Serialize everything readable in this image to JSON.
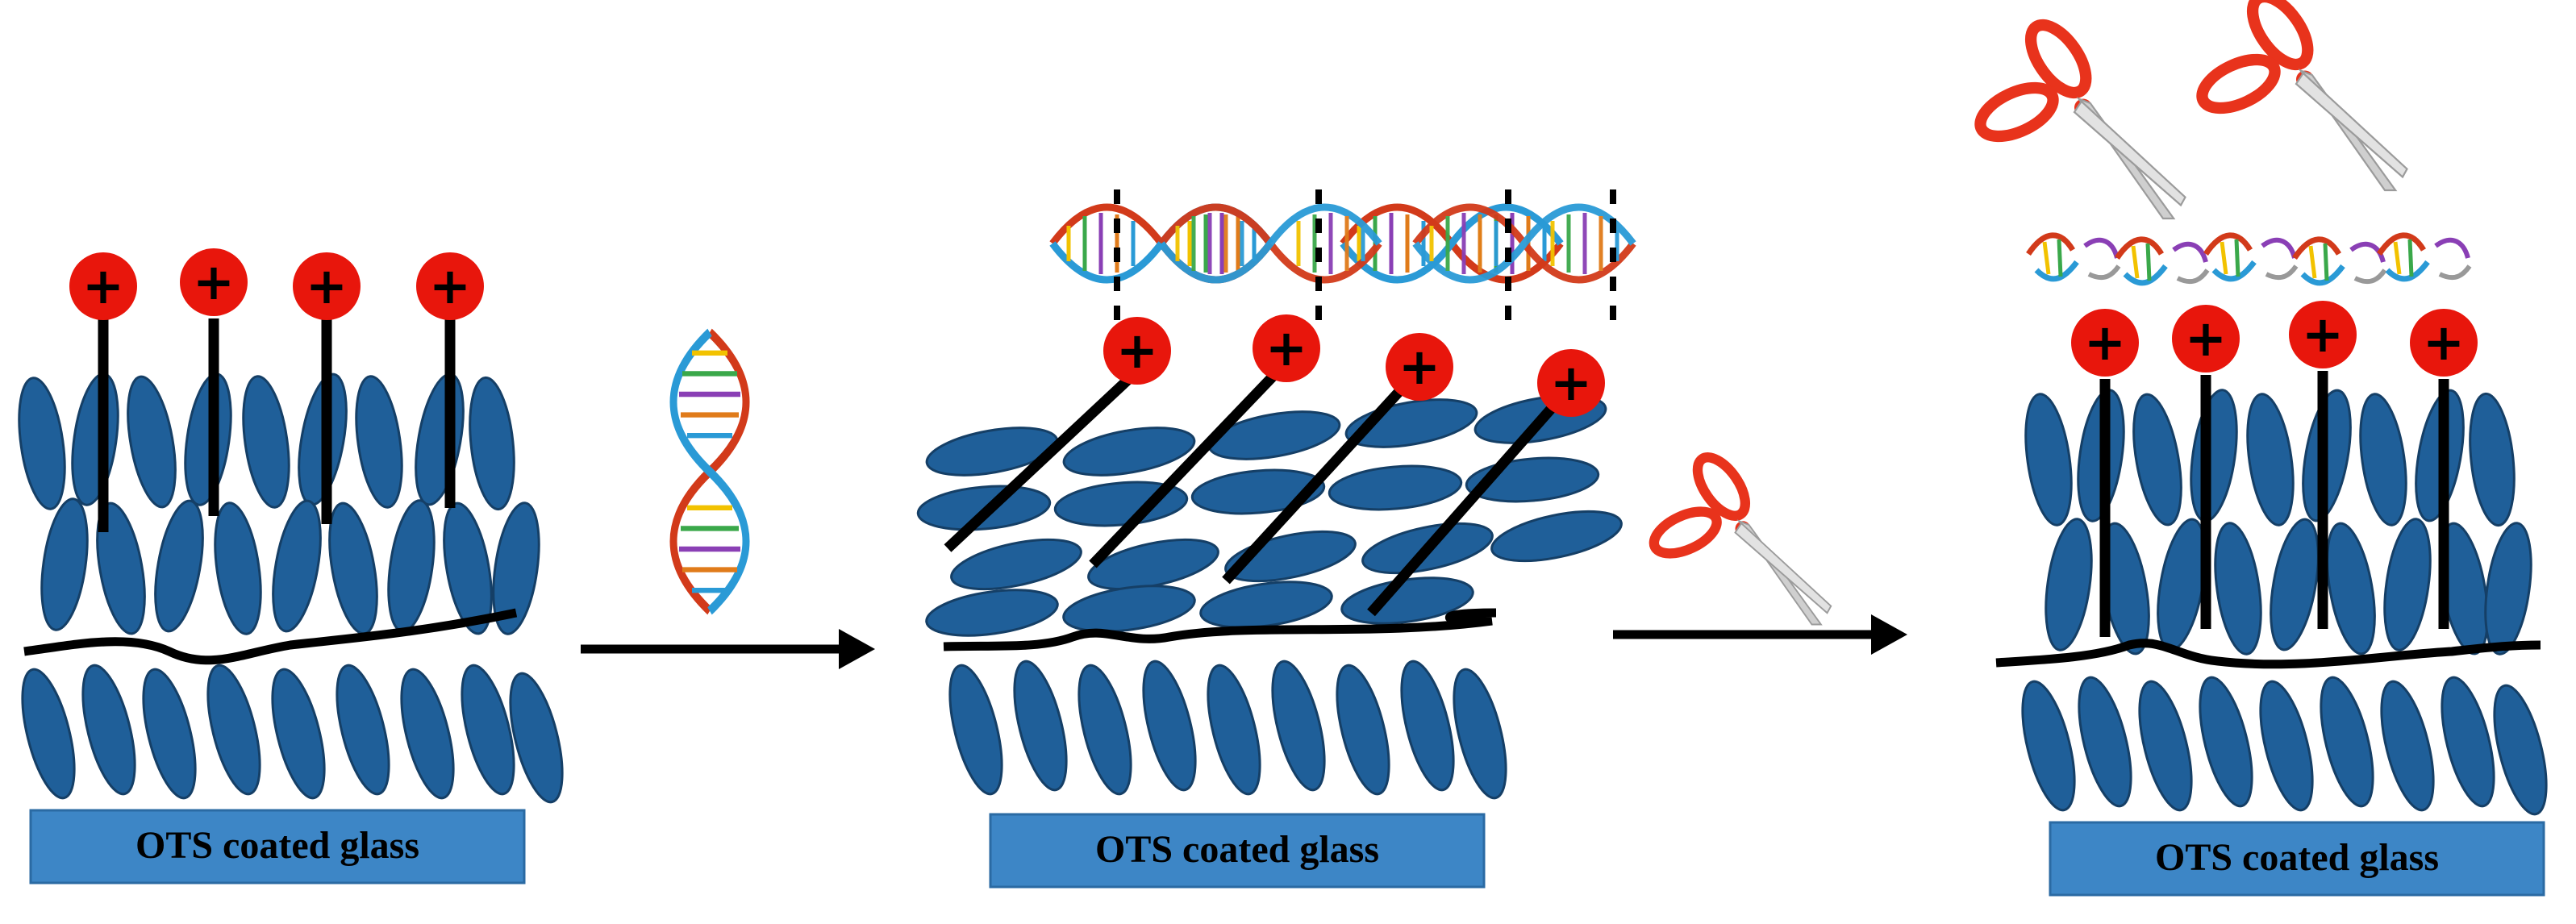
{
  "panels": [
    {
      "id": "initial",
      "substrate_label": "OTS coated glass",
      "headgroup_symbol": "+"
    },
    {
      "id": "dna-bound",
      "substrate_label": "OTS coated glass",
      "headgroup_symbol": "+"
    },
    {
      "id": "cleaved",
      "substrate_label": "OTS coated glass",
      "headgroup_symbol": "+"
    }
  ],
  "colors": {
    "lc_molecule": "#1f5f99",
    "lc_molecule_edge": "#153f66",
    "headgroup": "#e8160c",
    "substrate": "#3d86c6",
    "substrate_edge": "#2a6aa3",
    "interface_line": "#000000",
    "arrow": "#000000",
    "scissor_handle": "#e8331c",
    "scissor_blade": "#c8c8c8"
  },
  "icons": {
    "dna": "dna-double-helix-icon",
    "scissors": "scissors-icon"
  }
}
